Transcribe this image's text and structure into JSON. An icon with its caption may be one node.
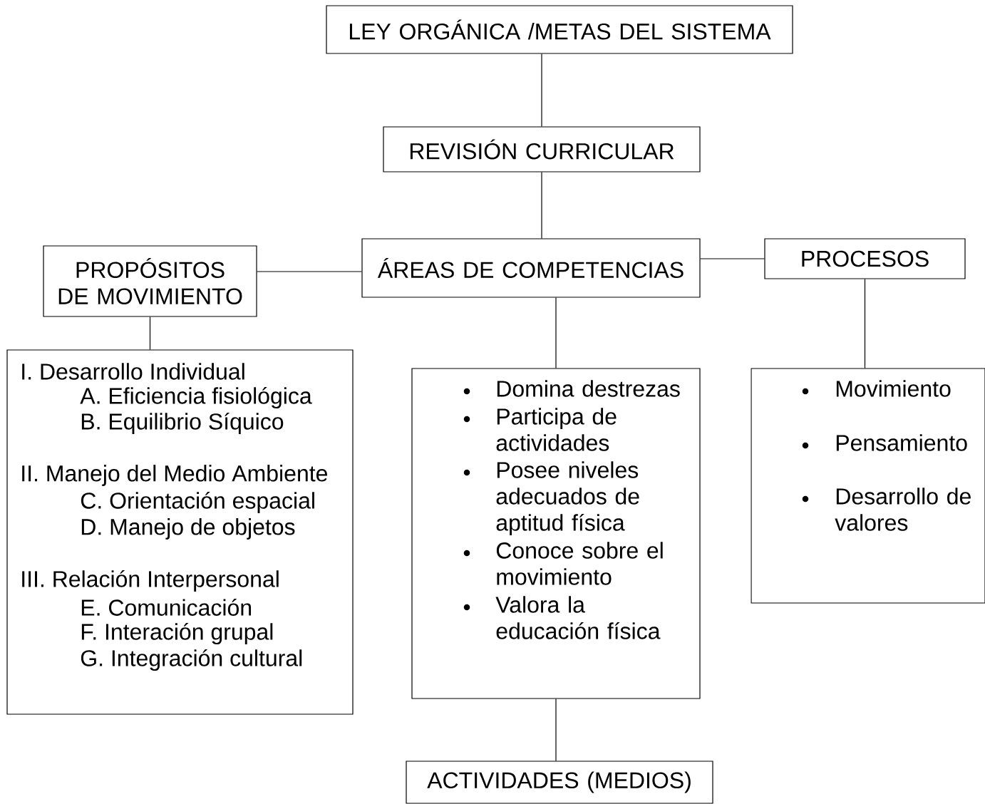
{
  "diagram": {
    "nodes": [
      {
        "text": [
          "LEY ORGÁNICA /METAS DEL SISTEMA"
        ]
      },
      {
        "text": [
          "REVISIÓN CURRICULAR"
        ]
      },
      {
        "text": [
          "ÁREAS DE COMPETENCIAS"
        ]
      },
      {
        "text": [
          "PROPÓSITOS DE MOVIMIENTO"
        ]
      },
      {
        "text": [
          "PROCESOS"
        ]
      },
      {
        "text": [
          "I. Desarrollo Individual",
          "A. Eficiencia fisiológica",
          "B. Equilibrio Síquico",
          "II. Manejo del Medio Ambiente",
          "C. Orientación espacial",
          "D. Manejo de objetos",
          "III. Relación Interpersonal",
          "E. Comunicación",
          "F. Interación grupal",
          "G. Integración cultural"
        ]
      },
      {
        "text": [
          "Domina destrezas",
          "Participa de actividades",
          "Posee niveles adecuados de aptitud física",
          "Conoce sobre el movimiento",
          "Valora la educación física"
        ]
      },
      {
        "text": [
          "Movimiento",
          "Pensamiento",
          "Desarrollo de valores"
        ]
      },
      {
        "text": [
          "ACTIVIDADES (MEDIOS)"
        ]
      }
    ],
    "edges": [
      {
        "from": 0,
        "to": 1,
        "arrow": "none"
      },
      {
        "from": 1,
        "to": 2,
        "arrow": "none"
      },
      {
        "from": 3,
        "to": 2,
        "arrow": "none"
      },
      {
        "from": 2,
        "to": 4,
        "arrow": "none"
      },
      {
        "from": 3,
        "to": 5,
        "arrow": "none"
      },
      {
        "from": 2,
        "to": 6,
        "arrow": "none"
      },
      {
        "from": 4,
        "to": 7,
        "arrow": "none"
      },
      {
        "from": 6,
        "to": 8,
        "arrow": "none"
      }
    ]
  }
}
